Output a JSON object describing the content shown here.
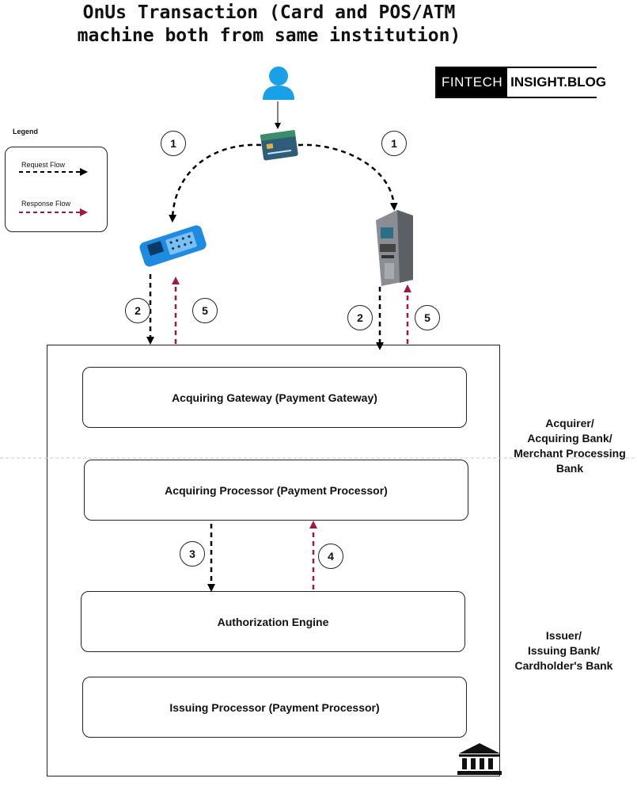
{
  "title_line1": "OnUs Transaction (Card and POS/ATM",
  "title_line2": "machine both from same institution)",
  "logo": {
    "part1": "FINTECH",
    "part2": "INSIGHT.BLOG"
  },
  "legend": {
    "title": "Legend",
    "request": "Request Flow",
    "response": "Response Flow"
  },
  "colors": {
    "request": "#000000",
    "response": "#a0174a",
    "person": "#1aa0e6",
    "pos": "#1f8be0"
  },
  "boxes": {
    "acquiring_gateway": "Acquiring Gateway (Payment Gateway)",
    "acquiring_processor": "Acquiring Processor (Payment Processor)",
    "authorization_engine": "Authorization Engine",
    "issuing_processor": "Issuing Processor (Payment Processor)"
  },
  "acquirer": {
    "l1": "Acquirer/",
    "l2": "Acquiring Bank/",
    "l3": "Merchant Processing",
    "l4": "Bank"
  },
  "issuer": {
    "l1": "Issuer/",
    "l2": "Issuing Bank/",
    "l3": "Cardholder's Bank"
  },
  "steps": {
    "s1": "1",
    "s2": "2",
    "s3": "3",
    "s4": "4",
    "s5": "5"
  },
  "icons": [
    "person-icon",
    "credit-card-icon",
    "pos-terminal-icon",
    "atm-icon",
    "bank-icon"
  ]
}
